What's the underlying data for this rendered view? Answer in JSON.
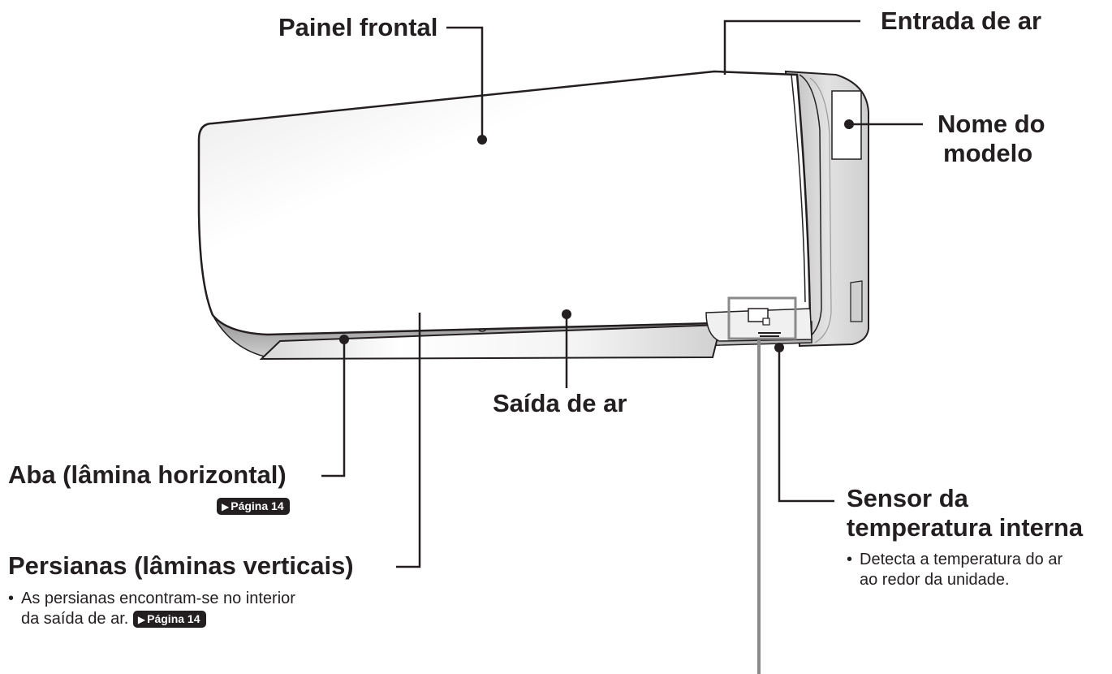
{
  "labels": {
    "front_panel": "Painel frontal",
    "air_inlet": "Entrada de ar",
    "model_name_line1": "Nome do",
    "model_name_line2": "modelo",
    "air_outlet": "Saída de ar",
    "flap": "Aba (lâmina horizontal)",
    "louvers": "Persianas (lâminas verticais)",
    "temp_sensor_line1": "Sensor da",
    "temp_sensor_line2": "temperatura interna"
  },
  "notes": {
    "temp_sensor_line1": "Detecta a temperatura do ar",
    "temp_sensor_line2": "ao redor da unidade.",
    "louvers_line1": "As persianas encontram-se no interior",
    "louvers_line2": "da saída de ar."
  },
  "page_refs": {
    "flap": "Página 14",
    "louvers": "Página 14"
  },
  "bullet": "•",
  "ref_arrow": "▶",
  "colors": {
    "ink": "#231f20",
    "gray_line": "#8a8a8a",
    "unit_shade": "#d9d9d9"
  }
}
